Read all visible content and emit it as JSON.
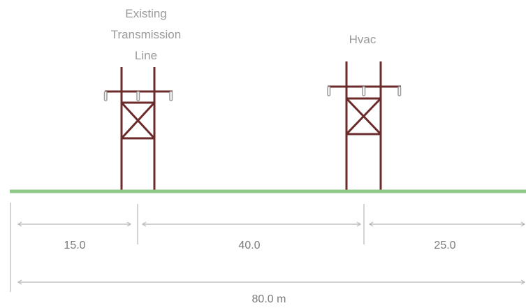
{
  "towers": [
    {
      "label_lines": [
        "Existing",
        "Transmission",
        "Line"
      ]
    },
    {
      "label_lines": [
        "Hvac"
      ]
    }
  ],
  "dimensions": {
    "segments": [
      "15.0",
      "40.0",
      "25.0"
    ],
    "total": "80.0 m"
  },
  "colors": {
    "ground": "#8fc98a",
    "tower": "#6b2b2b",
    "insulator": "#9a9a9a",
    "dimension_line": "#b8b8b8",
    "label": "#9a9a9a"
  }
}
